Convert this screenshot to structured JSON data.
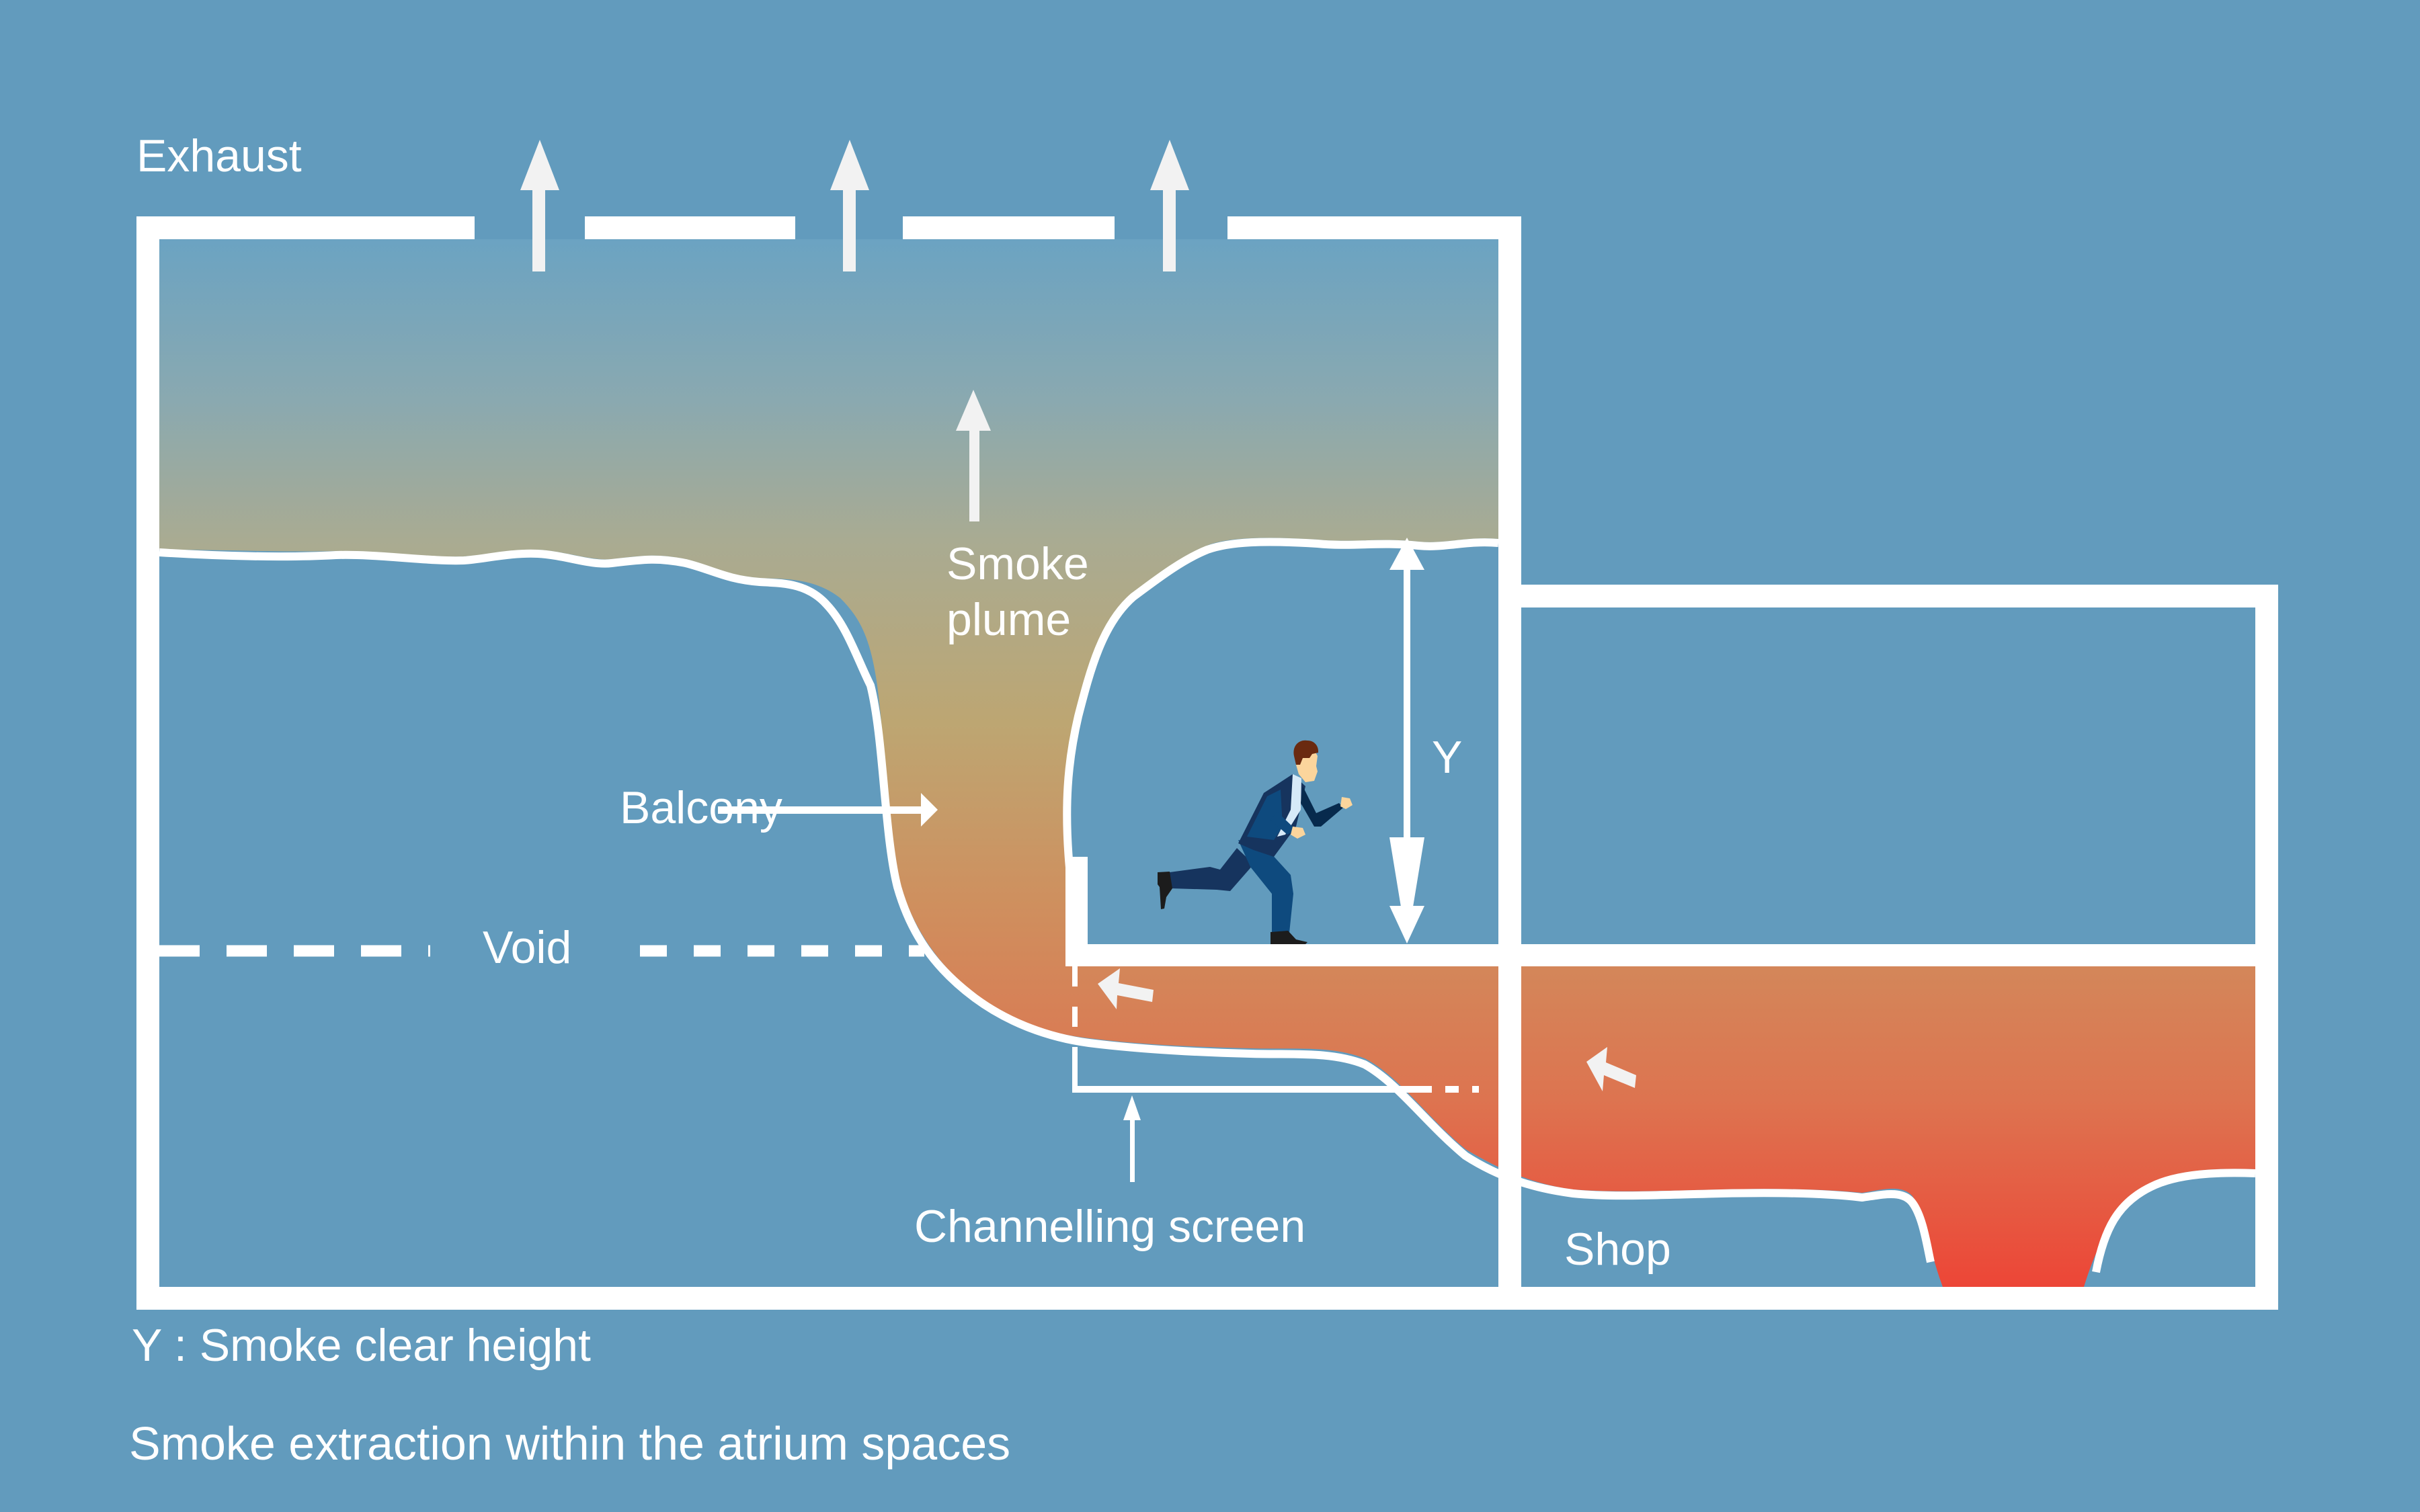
{
  "diagram": {
    "title": "Smoke extraction within the atrium spaces",
    "legend": "Y : Smoke clear height",
    "labels": {
      "exhaust": "Exhaust",
      "smoke_plume_line1": "Smoke",
      "smoke_plume_line2": "plume",
      "balcony": "Balcony",
      "void": "Void",
      "channelling_screen": "Channelling screen",
      "shop": "Shop",
      "y_dimension": "Y"
    },
    "icons": {
      "exhaust_arrows": [
        "up-arrow-icon",
        "up-arrow-icon",
        "up-arrow-icon"
      ],
      "plume_arrow": "up-arrow-icon",
      "smoke_flow_arrows": [
        "up-left-arrow-icon",
        "up-left-arrow-icon"
      ],
      "balcony_pointer": "right-arrow-icon",
      "screen_pointer": "up-arrow-icon",
      "dimension": "double-headed-vertical-arrow-icon",
      "figure": "running-man-icon"
    },
    "colors": {
      "background": "#629bbd",
      "structure": "#ffffff",
      "smoke_top": "#6ea3c0",
      "smoke_mid": "#bba574",
      "smoke_low": "#d4885a",
      "fire": "#ee4433",
      "suit_dark": "#16345e",
      "suit_light": "#0e4a7e",
      "skin": "#fbd59c",
      "hair": "#6a2a10"
    }
  }
}
